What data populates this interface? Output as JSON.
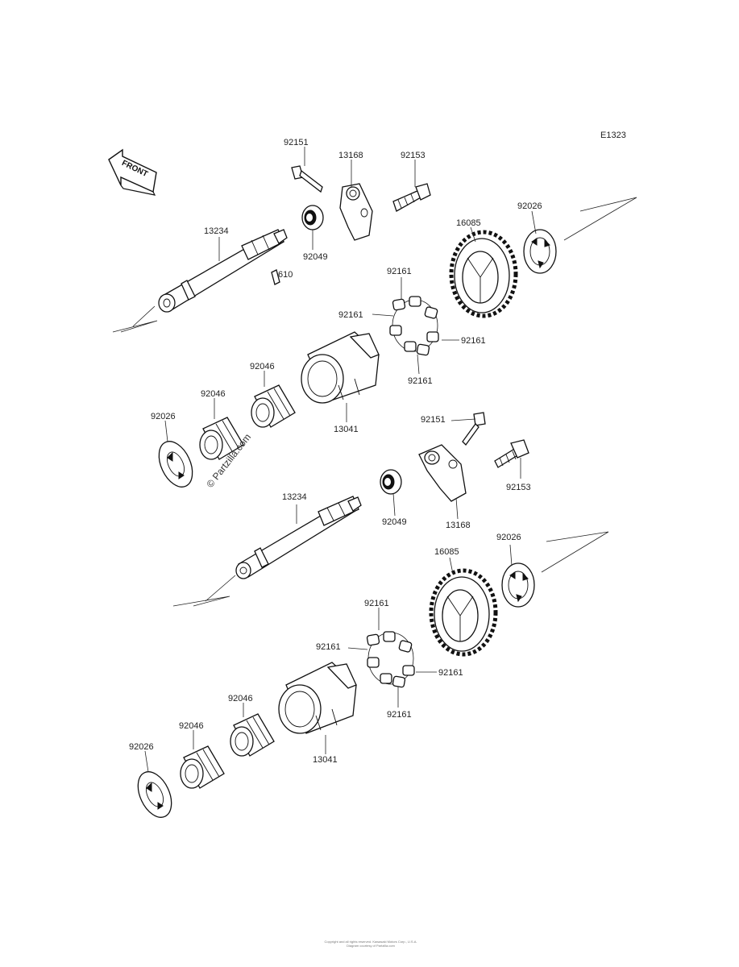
{
  "code": "E1323",
  "front_label": "FRONT",
  "watermark": "© Partzilla.com",
  "footer_line1": "Copyright and all rights reserved. Kawasaki Motors Corp., U.S.A.",
  "footer_line2": "Diagram courtesy of Partzilla.com",
  "labels": {
    "u_92151": "92151",
    "u_13168": "13168",
    "u_92153": "92153",
    "u_92026_r": "92026",
    "u_16085": "16085",
    "u_13234": "13234",
    "u_92049": "92049",
    "u_610": "610",
    "u_92161_t": "92161",
    "u_92161_l": "92161",
    "u_92161_r": "92161",
    "u_92161_b": "92161",
    "u_92046_a": "92046",
    "u_92046_b": "92046",
    "u_92026_l": "92026",
    "u_13041": "13041",
    "l_92151": "92151",
    "l_92153": "92153",
    "l_13234": "13234",
    "l_92049": "92049",
    "l_13168": "13168",
    "l_92026_r": "92026",
    "l_16085": "16085",
    "l_92161_t": "92161",
    "l_92161_l": "92161",
    "l_92161_r": "92161",
    "l_92161_b": "92161",
    "l_92046_a": "92046",
    "l_92046_b": "92046",
    "l_92026_l": "92026",
    "l_13041": "13041"
  }
}
